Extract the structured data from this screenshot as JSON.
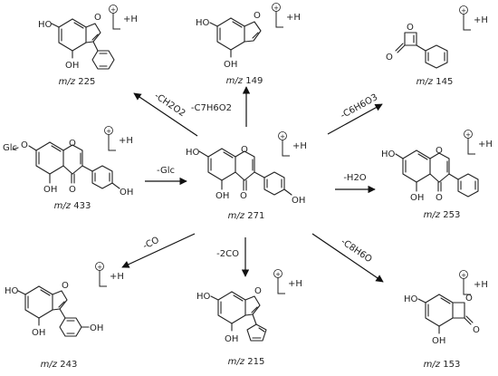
{
  "molecules": {
    "center": {
      "mz_prefix": "m/z",
      "mz": "271",
      "charge": "+H",
      "atoms": {
        "ho_left": "HO",
        "o_ring": "O",
        "oh_bottom": "OH",
        "o_keto": "O",
        "oh_right": "OH"
      }
    },
    "glc": {
      "mz_prefix": "m/z",
      "mz": "433",
      "charge": "+H",
      "atoms": {
        "glc": "Glc",
        "o_link": "O",
        "o_ring": "O",
        "oh_bottom": "OH",
        "o_keto": "O",
        "oh_right": "OH"
      }
    },
    "m225": {
      "mz_prefix": "m/z",
      "mz": "225",
      "charge": "+H",
      "atoms": {
        "ho": "HO",
        "o_ring": "O",
        "oh": "OH"
      }
    },
    "m149": {
      "mz_prefix": "m/z",
      "mz": "149",
      "charge": "+H",
      "atoms": {
        "ho": "HO",
        "o_ring": "O",
        "oh": "OH"
      }
    },
    "m145": {
      "mz_prefix": "m/z",
      "mz": "145",
      "charge": "+H",
      "atoms": {
        "o_ring": "O",
        "o_keto": "O"
      }
    },
    "m253": {
      "mz_prefix": "m/z",
      "mz": "253",
      "charge": "+H",
      "atoms": {
        "ho": "HO",
        "o_ring": "O",
        "oh": "OH",
        "o_keto": "O"
      }
    },
    "m243": {
      "mz_prefix": "m/z",
      "mz": "243",
      "charge": "+H",
      "atoms": {
        "ho": "HO",
        "o_ring": "O",
        "oh": "OH",
        "oh_phenyl": "OH"
      }
    },
    "m215": {
      "mz_prefix": "m/z",
      "mz": "215",
      "charge": "+H",
      "atoms": {
        "ho": "HO",
        "o_ring": "O",
        "oh": "OH"
      }
    },
    "m153": {
      "mz_prefix": "m/z",
      "mz": "153",
      "charge": "+H",
      "atoms": {
        "ho": "HO",
        "o_ring": "O",
        "o_keto": "O",
        "oh": "OH"
      }
    }
  },
  "losses": {
    "glc": "-Glc",
    "ch2o2": "-CH2O2",
    "c7h6o2": "-C7H6O2",
    "c6h6o3": "-C6H6O3",
    "h2o": "-H2O",
    "co": "-CO",
    "two_co": "-2CO",
    "c8h6o": "-C8H6O"
  },
  "charge_symbol": "+"
}
